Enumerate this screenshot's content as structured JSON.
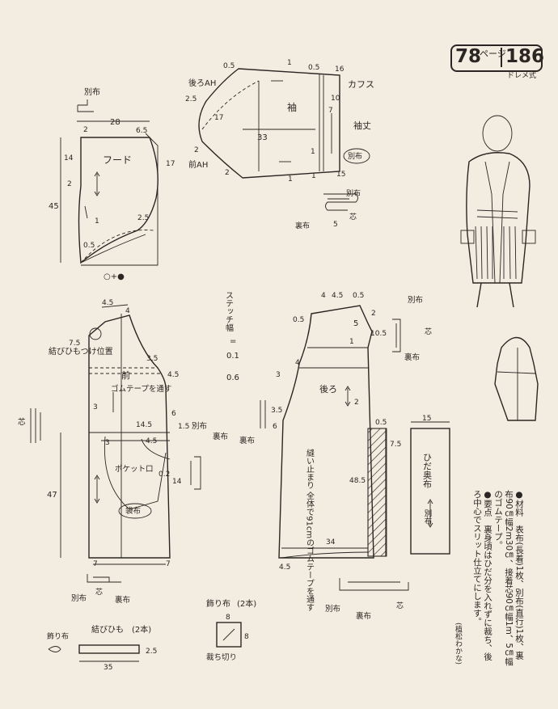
{
  "badge": {
    "page": "78",
    "page_unit": "ページ",
    "number": "186",
    "method": "ドレメ式"
  },
  "hood": {
    "label": "フード",
    "betsu": "別布",
    "w_top": "28",
    "w_seam": "6.5",
    "h_left": "45",
    "m14": "14",
    "m2a": "2",
    "m2b": "2",
    "m17": "17",
    "m1": "1",
    "m25": "2.5",
    "m05": "0.5",
    "notch": "○+●"
  },
  "sleeve": {
    "label": "袖",
    "back_ah": "後ろAH",
    "front_ah": "前AH",
    "cuffs": "カフス",
    "length": "袖丈",
    "m05a": "0.5",
    "m1a": "1",
    "m05b": "0.5",
    "m16": "16",
    "m25": "2.5",
    "m17": "17",
    "m33": "33",
    "m7": "7",
    "m1b": "1",
    "m2": "2",
    "m2b": "2",
    "m1c": "1",
    "m1d": "1",
    "m15": "15",
    "m10": "10",
    "betsu": "別布"
  },
  "cuff_detail": {
    "betsu": "別布",
    "ura": "裏布",
    "shin": "芯",
    "m5": "5"
  },
  "front": {
    "label": "前",
    "tape": "ゴムテープを通す",
    "pocket": "ポケット口",
    "bag": "袋布",
    "tie_pos": "結びひもつけ位置",
    "m45a": "4.5",
    "m4": "4",
    "m75": "7.5",
    "m35": "3.5",
    "m45b": "4.5",
    "m3": "3",
    "m6": "6",
    "m15": "1.5",
    "m145": "14.5",
    "m45c": "4.5",
    "m3b": "3",
    "m02": "0.2",
    "m14": "14",
    "m47": "47",
    "m7a": "7",
    "m7b": "7",
    "betsu": "別布",
    "ura": "裏布",
    "shin": "芯"
  },
  "front_bottom": {
    "betsu": "別布",
    "shin": "芯",
    "ura": "裏布"
  },
  "stitch": {
    "label": "ステッチ幅",
    "eq": "=",
    "v1": "0.1",
    "v2": "0.6"
  },
  "back": {
    "label": "後ろ",
    "tape": "縫い止まり 全体で91cmのゴムテープを通す",
    "m45": "4.5",
    "m05": "0.5",
    "m4": "4",
    "m2": "2",
    "m05b": "0.5",
    "m5": "5",
    "m105": "10.5",
    "m1": "1",
    "m4b": "4",
    "m3": "3",
    "m2b": "2",
    "m35": "3.5",
    "m6": "6",
    "m05c": "0.5",
    "m485": "48.5",
    "m75": "7.5",
    "m34": "34",
    "m45b": "4.5",
    "ura": "裏布",
    "betsu": "別布",
    "shin": "芯"
  },
  "back_bottom": {
    "betsu": "別布",
    "ura": "裏布",
    "shin": "芯"
  },
  "facing": {
    "label": "ひだ奥布",
    "betsu": "別布",
    "w": "15"
  },
  "deco": {
    "title": "飾り布",
    "count": "(2本)",
    "m8a": "8",
    "m8b": "8",
    "cut": "裁ち切り"
  },
  "tie": {
    "title": "結びひも",
    "count": "(2本)",
    "deco": "飾り布",
    "m25": "2.5",
    "m35": "35"
  },
  "notes": {
    "line1": "●材料　表布(長着)1枚、別布(直行)1枚、裏",
    "line2": "布90㎝幅2m30㎝、接着芯90㎝幅1m、5㎝幅",
    "line3": "のゴムテープ。",
    "line4": "●要点　裏身頃はひだ分を入れずに裁ち、後",
    "line5": "ろ中心でスリット仕立てにします。",
    "credit": "(植松わかな)"
  }
}
